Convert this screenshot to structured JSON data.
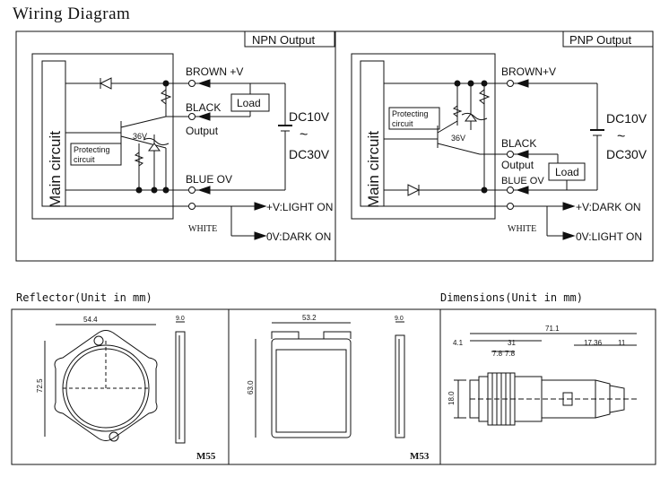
{
  "wiring": {
    "title": "Wiring Diagram",
    "npn": {
      "header": "NPN Output",
      "main_circuit": "Main circuit",
      "brown": "BROWN +V",
      "black": "BLACK",
      "output": "Output",
      "load": "Load",
      "protecting_1": "Protecting",
      "protecting_2": "circuit",
      "zener": "36V",
      "blue": "BLUE OV",
      "white": "WHITE",
      "light_on": "+V:LIGHT ON",
      "dark_on": "0V:DARK ON",
      "dc_top": "DC10V",
      "dc_tilde": "~",
      "dc_bottom": "DC30V"
    },
    "pnp": {
      "header": "PNP Output",
      "main_circuit": "Main circuit",
      "brown": "BROWN+V",
      "protecting_1": "Protecting",
      "protecting_2": "circuit",
      "zener": "36V",
      "black": "BLACK",
      "output": "Output",
      "load": "Load",
      "blue": "BLUE OV",
      "white": "WHITE",
      "dark_on": "+V:DARK ON",
      "light_on": "0V:LIGHT ON",
      "dc_top": "DC10V",
      "dc_tilde": "~",
      "dc_bottom": "DC30V"
    }
  },
  "reflector": {
    "caption": "Reflector(Unit in mm)",
    "m55": {
      "width": "54.4",
      "height": "72.5",
      "depth": "9.0",
      "model": "M55"
    },
    "m53": {
      "width": "53.2",
      "height": "63.0",
      "depth": "9.0",
      "model": "M53"
    }
  },
  "dimensions": {
    "caption": "Dimensions(Unit in mm)",
    "total": "71.1",
    "front": "4.1",
    "body": "31",
    "nut1": "7.8",
    "nut2": "7.8",
    "tail": "17.36",
    "cable": "11",
    "diameter": "18.0"
  }
}
